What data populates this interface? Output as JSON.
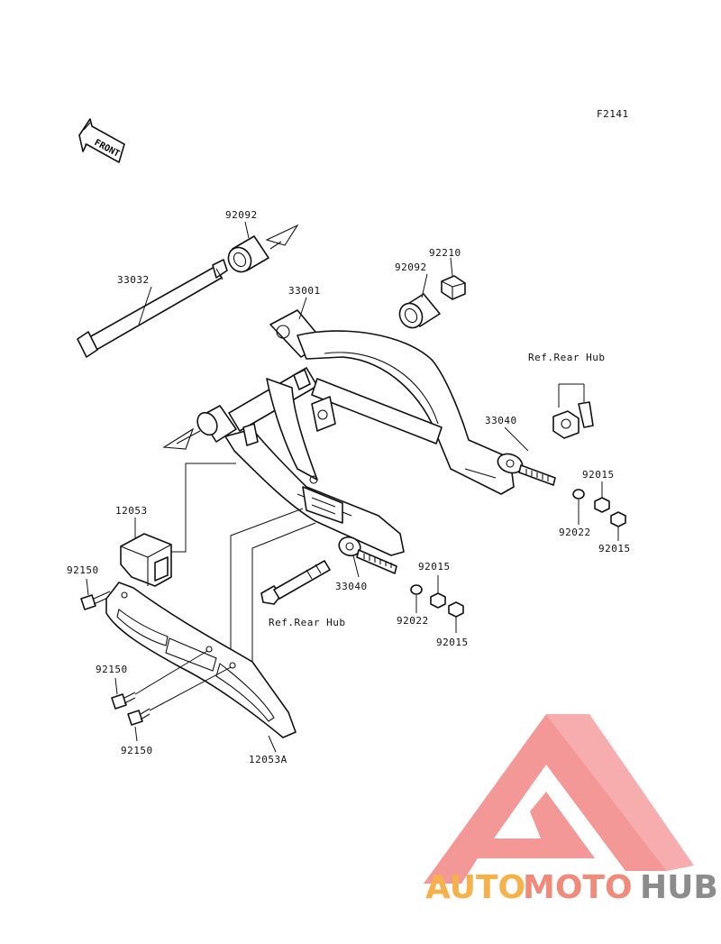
{
  "figure_code": "F2141",
  "front_arrow": {
    "label": "FRONT",
    "icon": "front-arrow-icon"
  },
  "labels": {
    "p92092_a": "92092",
    "p33032": "33032",
    "p33001": "33001",
    "p92210": "92210",
    "p92092_b": "92092",
    "ref_rear_hub_a": "Ref.Rear Hub",
    "p33040_a": "33040",
    "p92015_a": "92015",
    "p92022_a": "92022",
    "p92015_b": "92015",
    "p12053": "12053",
    "p92150_a": "92150",
    "p33040_b": "33040",
    "p92015_c": "92015",
    "ref_rear_hub_b": "Ref.Rear Hub",
    "p92022_b": "92022",
    "p92015_d": "92015",
    "p92150_b": "92150",
    "p92150_c": "92150",
    "p12053A": "12053A"
  },
  "watermark": {
    "text_auto": "AUTO",
    "text_moto": "MOTO",
    "text_hub": "HUB",
    "color_auto": "#f5b24a",
    "color_moto": "#f08a7a",
    "color_hub": "#8c8c8c",
    "triangle_color": "#f28c8c"
  }
}
